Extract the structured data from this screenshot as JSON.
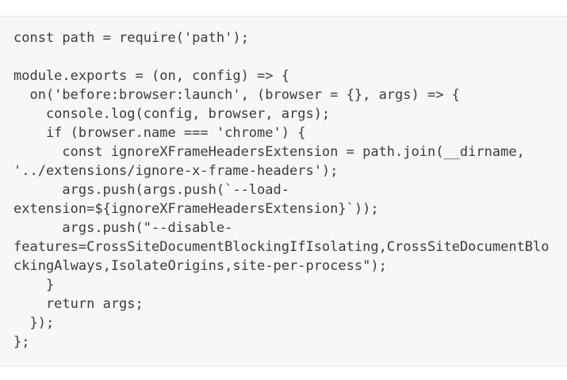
{
  "code_block": {
    "language": "javascript",
    "lines": [
      "const path = require('path');",
      "",
      "module.exports = (on, config) => {",
      "  on('before:browser:launch', (browser = {}, args) => {",
      "    console.log(config, browser, args);",
      "    if (browser.name === 'chrome') {",
      "      const ignoreXFrameHeadersExtension = path.join(__dirname,",
      "'../extensions/ignore-x-frame-headers');",
      "      args.push(args.push(`--load-",
      "extension=${ignoreXFrameHeadersExtension}`));",
      "      args.push(\"--disable-",
      "features=CrossSiteDocumentBlockingIfIsolating,CrossSiteDocumentBlo",
      "ckingAlways,IsolateOrigins,site-per-process\");",
      "    }",
      "    return args;",
      "  });",
      "};"
    ]
  },
  "colors": {
    "page_background": "#ffffff",
    "code_block_background": "#f7f7f7",
    "code_block_border": "#e6e6e6",
    "code_text": "#3b3b3b"
  }
}
